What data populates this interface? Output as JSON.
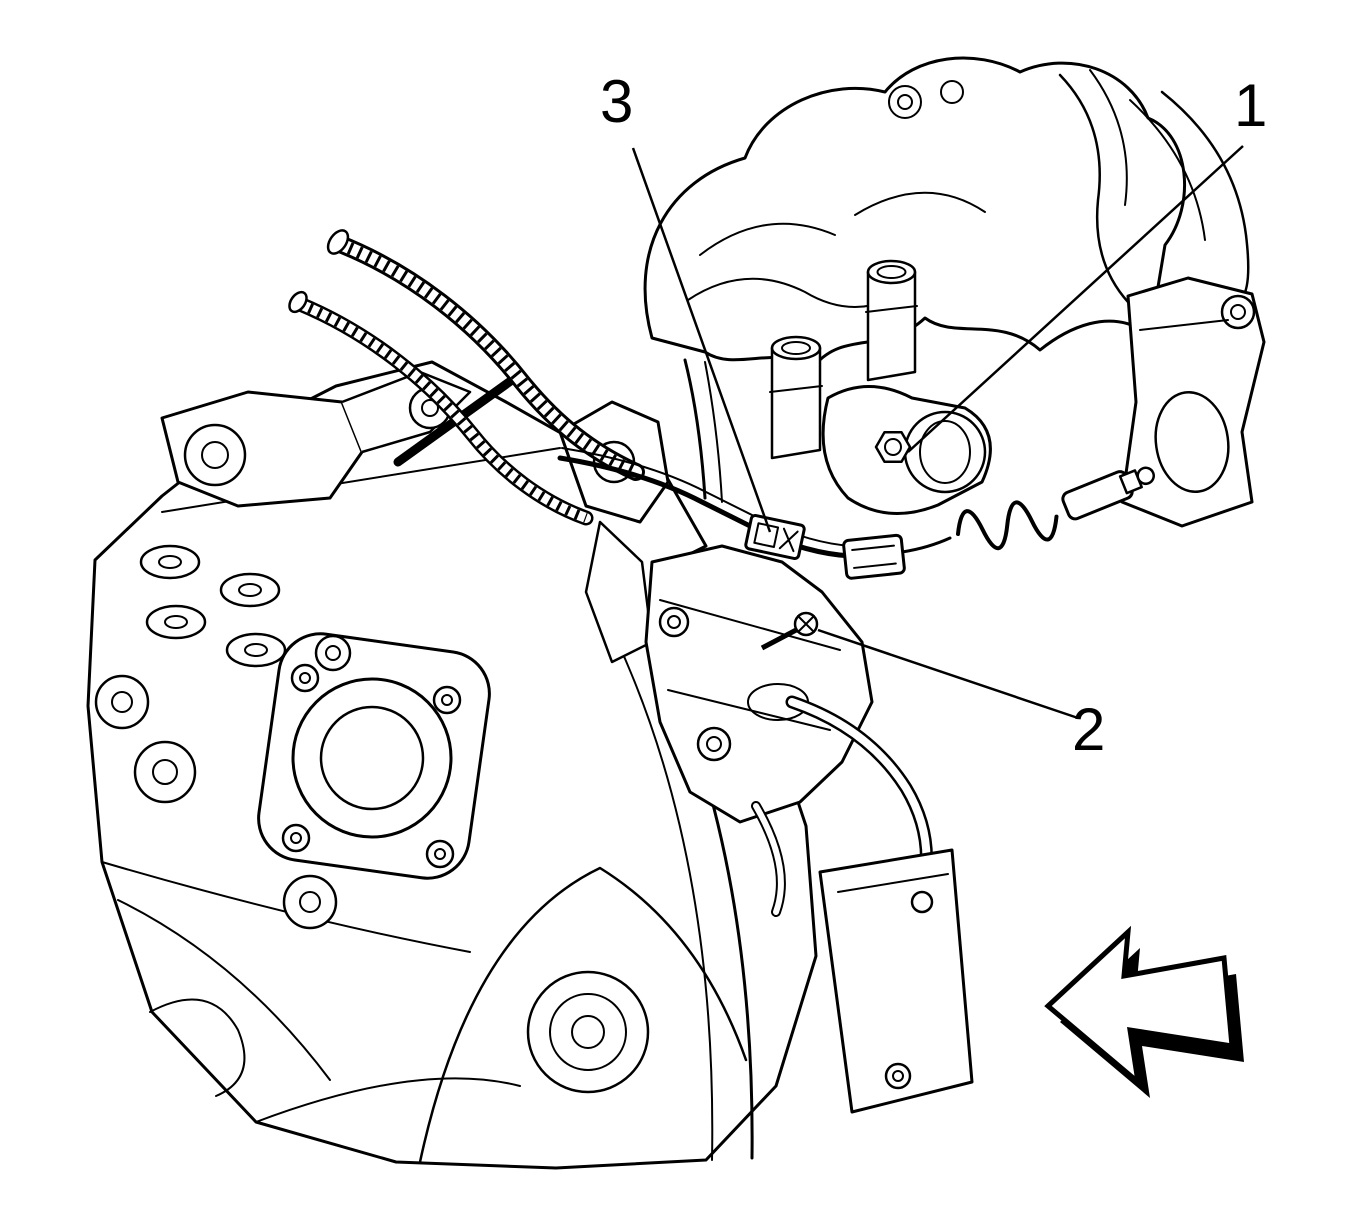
{
  "figure": {
    "background_color": "#ffffff",
    "line_color": "#000000",
    "callouts": [
      {
        "label": "1"
      },
      {
        "label": "2"
      },
      {
        "label": "3"
      }
    ],
    "icons": {
      "direction_arrow": "view-direction-arrow"
    }
  }
}
